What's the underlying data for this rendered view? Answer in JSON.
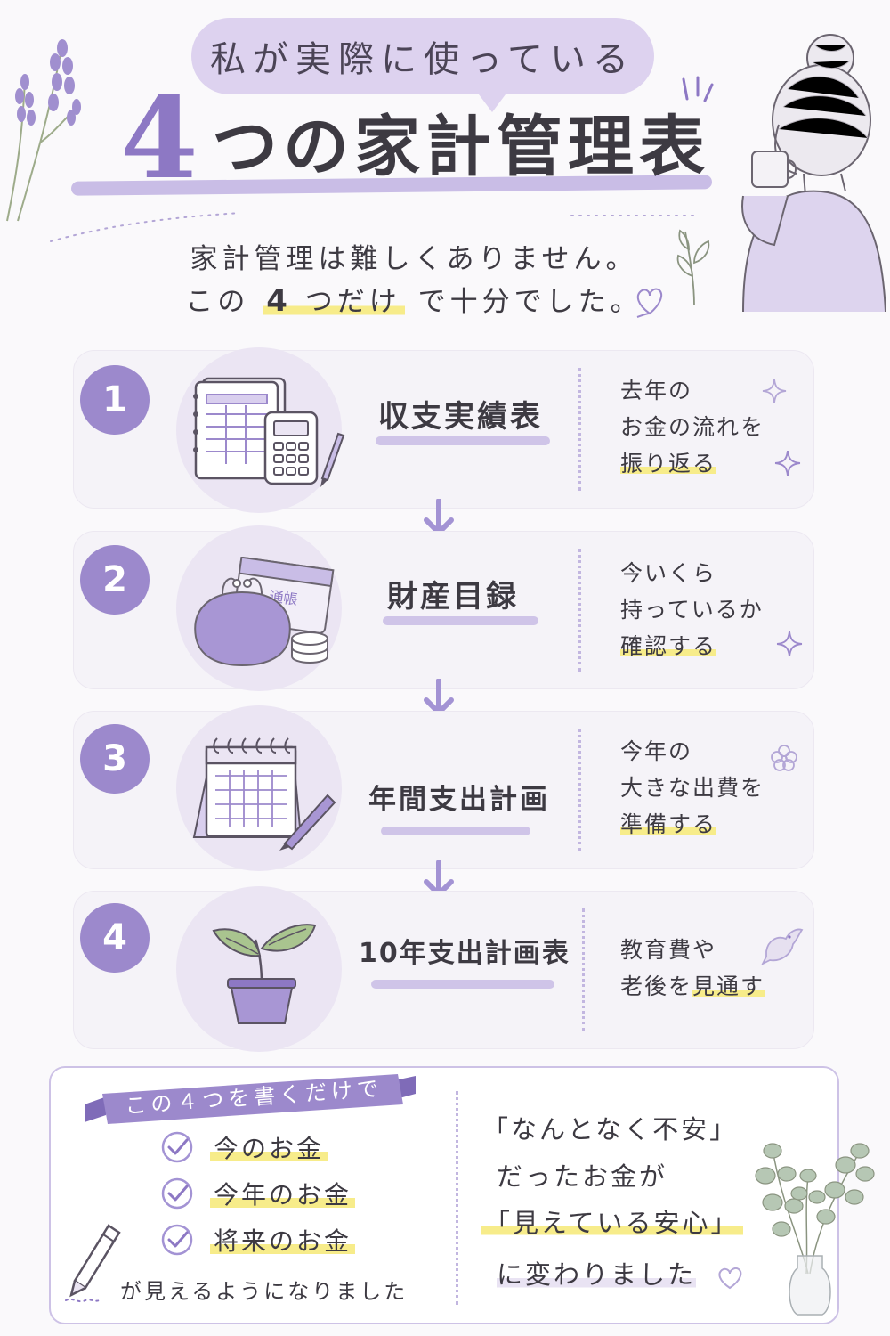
{
  "header": {
    "bubble": "私が実際に使っている",
    "title_number": "4",
    "title_rest": "つの家計管理表",
    "intro_line1": "家計管理は難しくありません。",
    "intro_line2_pre": "この",
    "intro_line2_num": "4",
    "intro_line2_hl": "つだけ",
    "intro_line2_post": "で十分でした。"
  },
  "steps": [
    {
      "number": "1",
      "title": "収支実績表",
      "desc": [
        "去年の",
        "お金の流れを"
      ],
      "desc_hl": "振り返る",
      "desc_tail": ""
    },
    {
      "number": "2",
      "title": "財産目録",
      "desc": [
        "今いくら",
        "持っているか"
      ],
      "desc_hl": "確認する",
      "desc_tail": ""
    },
    {
      "number": "3",
      "title": "年間支出計画",
      "desc": [
        "今年の",
        "大きな出費を"
      ],
      "desc_hl": "準備する",
      "desc_tail": ""
    },
    {
      "number": "4",
      "title": "10年支出計画表",
      "desc": [
        "教育費や"
      ],
      "desc_pre": "老後を",
      "desc_hl": "見通す"
    }
  ],
  "illustration_text": {
    "bankbook": "通帳"
  },
  "summary": {
    "ribbon": "この４つを書くだけで",
    "checks": [
      "今のお金",
      "今年のお金",
      "将来のお金"
    ],
    "cta": "が見えるようになりました",
    "right": [
      "「なんとなく不安」",
      "だったお金が",
      "「見えている安心」",
      "に変わりました"
    ]
  },
  "colors": {
    "accent": "#9c89cc",
    "lavender_light": "#ebe5f3",
    "highlight": "#f7ec8a"
  }
}
